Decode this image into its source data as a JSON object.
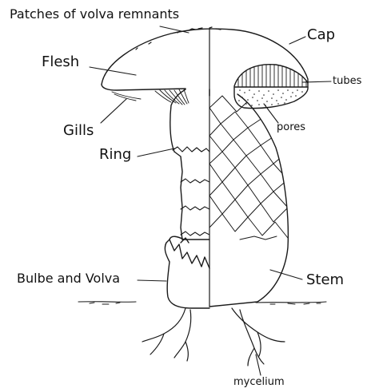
{
  "labels": {
    "patches": "Patches of volva remnants",
    "cap": "Cap",
    "flesh": "Flesh",
    "tubes": "tubes",
    "gills": "Gills",
    "pores": "pores",
    "ring": "Ring",
    "bulbe": "Bulbe and Volva",
    "stem": "Stem",
    "mycelium": "mycelium"
  },
  "colors": {
    "line": "#1a1a1a",
    "background": "#ffffff"
  }
}
